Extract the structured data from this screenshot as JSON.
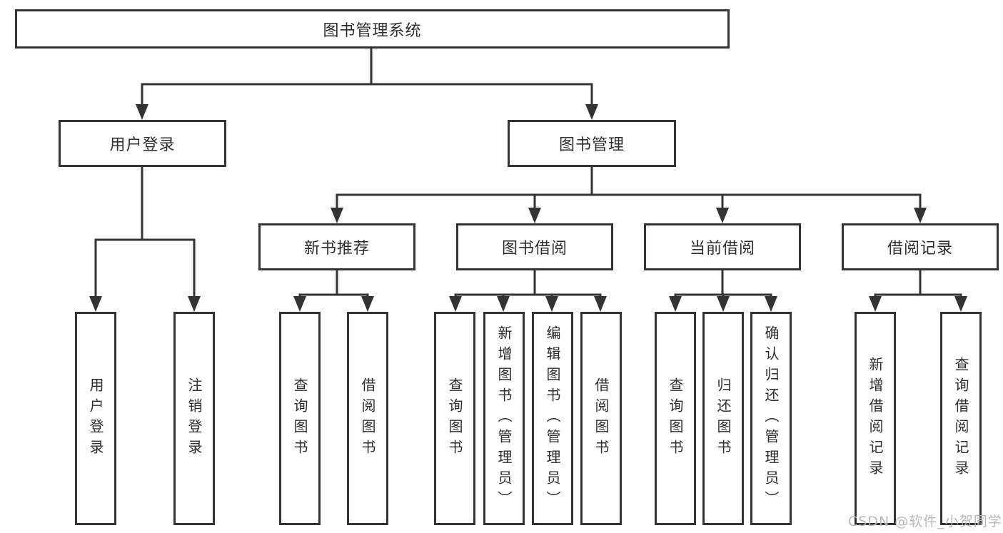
{
  "nodes": {
    "root": "图书管理系统",
    "user_login": "用户登录",
    "book_mgmt": "图书管理",
    "new_book_rec": "新书推荐",
    "book_borrow": "图书借阅",
    "current_borrow": "当前借阅",
    "borrow_records": "借阅记录",
    "leaf_user_login": "用户登录",
    "leaf_logout": "注销登录",
    "rec_query_books": "查询图书",
    "rec_borrow_books": "借阅图书",
    "bb_query_books": "查询图书",
    "bb_add_books": "新增图书（管理员）",
    "bb_edit_books": "编辑图书（管理员）",
    "bb_borrow_books": "借阅图书",
    "cb_query_books": "查询图书",
    "cb_return_books": "归还图书",
    "cb_confirm_return": "确认归还（管理员）",
    "br_add_record": "新增借阅记录",
    "br_query_record": "查询借阅记录"
  },
  "watermark": "CSDN @软件_小贺同学",
  "colors": {
    "line": "#333333",
    "text": "#2e2e2e",
    "watermark": "#b8b8b8",
    "background": "#ffffff"
  }
}
